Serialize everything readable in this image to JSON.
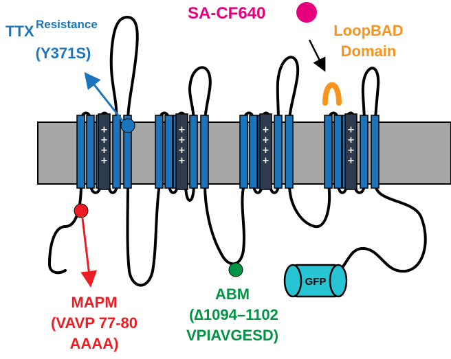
{
  "labels": {
    "ttx_main": "TTX",
    "ttx_super": "Resistance",
    "ttx_sub": "(Y371S)",
    "sa": "SA-CF640",
    "loop_line1": "LoopBAD",
    "loop_line2": "Domain",
    "mapm_line1": "MAPM",
    "mapm_line2": "(VAVP 77-80",
    "mapm_line3": "AAAA)",
    "abm_line1": "ABM",
    "abm_line2": "(∆1094–1102",
    "abm_line3": "VPIAVGESD)",
    "gfp": "GFP",
    "charge": "+"
  },
  "colors": {
    "membrane": "#a6a6a6",
    "helix": "#1b75bc",
    "s4_helix": "#2e3a4d",
    "loop_stroke": "#000000",
    "ttx": "#1b75bc",
    "sa": "#e6007e",
    "loopbad": "#f7941d",
    "mapm": "#ed1c24",
    "abm": "#009444",
    "gfp": "#27c4d3"
  }
}
